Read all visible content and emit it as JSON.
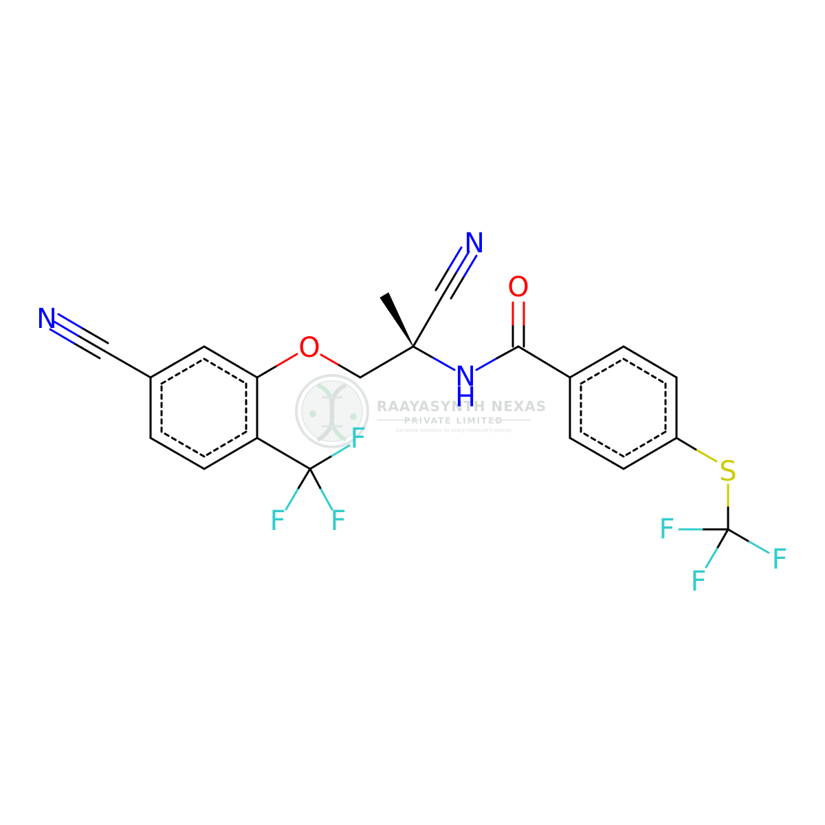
{
  "colors": {
    "bond": "#000000",
    "nitrogen": "#0000ff",
    "oxygen": "#ff0000",
    "fluorine": "#33cccc",
    "sulfur": "#cccc00",
    "watermark": "#d4d8d8"
  },
  "atoms": {
    "n_left_nitrile": "N",
    "o_ether": "O",
    "f_cf3_a": "F",
    "f_cf3_b": "F",
    "f_cf3_c": "F",
    "n_top_nitrile": "N",
    "n_amide": "N",
    "h_amide": "H",
    "o_carbonyl": "O",
    "s_thioether": "S",
    "f_scf3_a": "F",
    "f_scf3_b": "F",
    "f_scf3_c": "F"
  },
  "watermark": {
    "title": "RAAYASYNTH NEXAS",
    "subtitle": "PRIVATE LIMITED",
    "tagline": "Complete solutions for every molecule's journey"
  }
}
